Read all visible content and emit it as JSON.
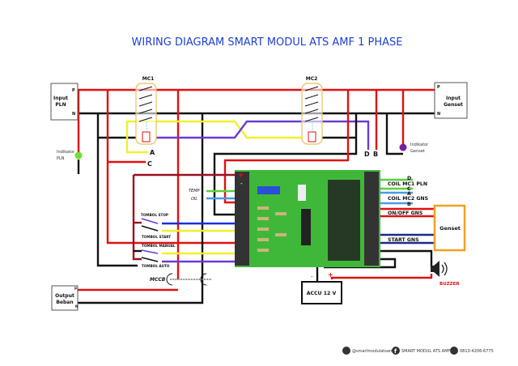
{
  "title": "WIRING DIAGRAM SMART MODUL ATS AMF 1 PHASE",
  "input_pln": {
    "label_line1": "Input",
    "label_line2": "PLN",
    "p": "P",
    "n": "N"
  },
  "input_genset": {
    "label_line1": "Input",
    "label_line2": "Genset",
    "p": "P",
    "n": "N"
  },
  "output_beban": {
    "label_line1": "Output",
    "label_line2": "Beban",
    "p": "P",
    "n": "N"
  },
  "mc1": "MC1",
  "mc2": "MC2",
  "indikator_pln": {
    "line1": "Indikator",
    "line2": "PLN",
    "color": "#6ee030"
  },
  "indikator_genset": {
    "line1": "Indikator",
    "line2": "Genset",
    "color": "#7a1fa0"
  },
  "terminals": {
    "a": "A",
    "c": "C",
    "d": "D",
    "b": "B"
  },
  "left_inputs": {
    "plus": "+",
    "minus": "-",
    "temp": "TEMP",
    "oil": "OIL",
    "tombol_stop": "TOMBOL STOP",
    "tombol_start": "TOMBOL START",
    "tombol_manual": "TOMBOL MANUAL",
    "tombol_auto": "TOMBOL AUTO",
    "mccb": "MCCB"
  },
  "right_outputs": {
    "d": "D",
    "coil_mc1": "COIL MC1 PLN",
    "c": "C",
    "a": "A",
    "coil_mc2": "COIL MC2 GNS",
    "b": "B",
    "on_off": "ON/OFF GNS",
    "start": "START GNS"
  },
  "genset": "Genset",
  "accu": {
    "label": "ACCU 12 V",
    "minus": "-",
    "plus": "+"
  },
  "buzzer": "BUZZER",
  "footer": {
    "instagram": "@smartmodulatsamf",
    "facebook": "SMART MODUL ATS AMF",
    "whatsapp": "0813-4206-6775"
  },
  "colors": {
    "title": "#1e3fd0",
    "phase": "#e01010",
    "neutral": "#111111",
    "board": "#3fb83a",
    "genset_box": "#f0a020"
  }
}
